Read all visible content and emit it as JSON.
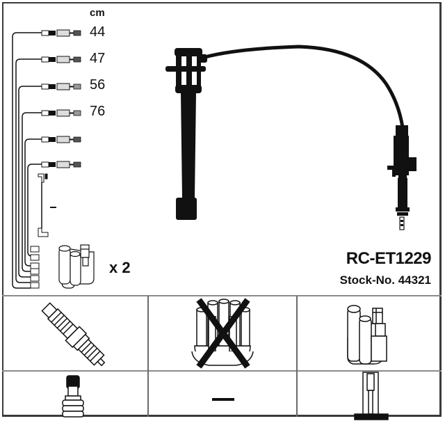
{
  "header": {
    "unit_label": "cm"
  },
  "wire_set": {
    "lengths_cm": [
      "44",
      "47",
      "56",
      "76"
    ],
    "unlabeled_leads": 2,
    "separate_lead_label": "–",
    "coil_quantity": "x 2"
  },
  "product": {
    "model": "RC-ET1229",
    "stock_number": "Stock-No. 44321"
  },
  "accessory_grid": {
    "row1": [
      {
        "name": "spark-plug",
        "crossed_out": false
      },
      {
        "name": "distributor-cap",
        "crossed_out": true
      },
      {
        "name": "ignition-coil",
        "crossed_out": false
      }
    ],
    "row2": [
      {
        "name": "spark-plug-connector",
        "crossed_out": false
      },
      {
        "name": "none",
        "label": "—"
      },
      {
        "name": "coil-connector-terminal",
        "crossed_out": false
      }
    ]
  },
  "colors": {
    "ink": "#111111",
    "border": "#3a3a3a",
    "grid_line": "#8a8a8a",
    "background": "#ffffff"
  }
}
